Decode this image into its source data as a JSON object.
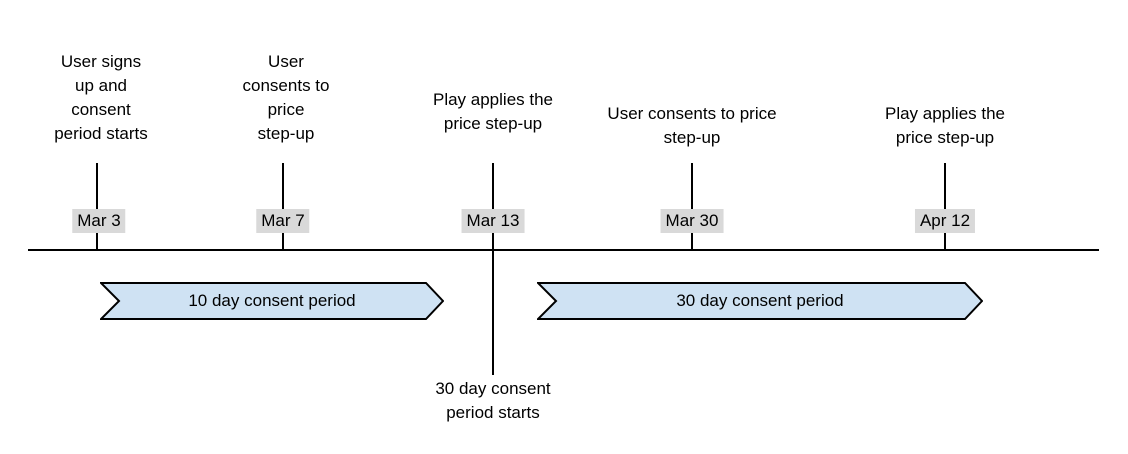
{
  "timeline": {
    "events": [
      {
        "date": "Mar 3",
        "label": "User signs\nup and\nconsent\nperiod starts"
      },
      {
        "date": "Mar 7",
        "label": "User\nconsents to\nprice\nstep-up"
      },
      {
        "date": "Mar 13",
        "label": "Play applies the\nprice step-up",
        "below_label": "30 day consent\nperiod starts"
      },
      {
        "date": "Mar 30",
        "label": "User consents to price\nstep-up"
      },
      {
        "date": "Apr 12",
        "label": "Play applies the\nprice step-up"
      }
    ],
    "periods": [
      {
        "label": "10 day consent period"
      },
      {
        "label": "30 day consent period"
      }
    ],
    "colors": {
      "arrow_fill": "#cfe2f3",
      "arrow_border": "#000000",
      "date_badge_bg": "#d9d9d9",
      "line": "#000000",
      "background": "#ffffff"
    }
  }
}
